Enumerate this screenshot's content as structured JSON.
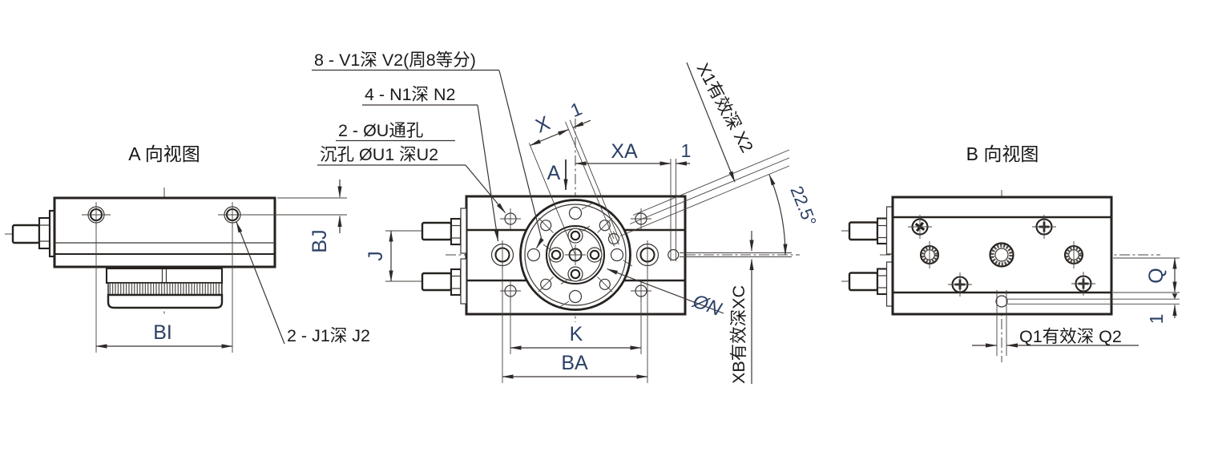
{
  "page": {
    "background": "#ffffff"
  },
  "colors": {
    "line": "#26221f",
    "dim_text": "#2b4066",
    "label_text": "#1a1a1a"
  },
  "view_a": {
    "title": "A 向视图",
    "dims": {
      "bi": "BI",
      "bj": "BJ"
    },
    "labels": {
      "hole_note": "2 - J1深 J2"
    }
  },
  "view_center": {
    "hole_notes": {
      "v1": "8 - V1深 V2(周8等分)",
      "n1": "4 - N1深 N2",
      "u_line1": "2 - ØU通孔",
      "u_line2": "沉孔 ØU1 深U2",
      "x1": "X1有效深 X2",
      "xb": "XB有效深XC",
      "n_dia": "ØN"
    },
    "dims": {
      "x": "X",
      "one": "1",
      "xa": "XA",
      "j": "J",
      "k": "K",
      "ba": "BA",
      "angle": "22.5°"
    },
    "view_arrow": "A"
  },
  "view_b": {
    "title": "B 向视图",
    "dims": {
      "q": "Q",
      "one": "1"
    },
    "labels": {
      "hole_note": "Q1有效深 Q2"
    }
  }
}
